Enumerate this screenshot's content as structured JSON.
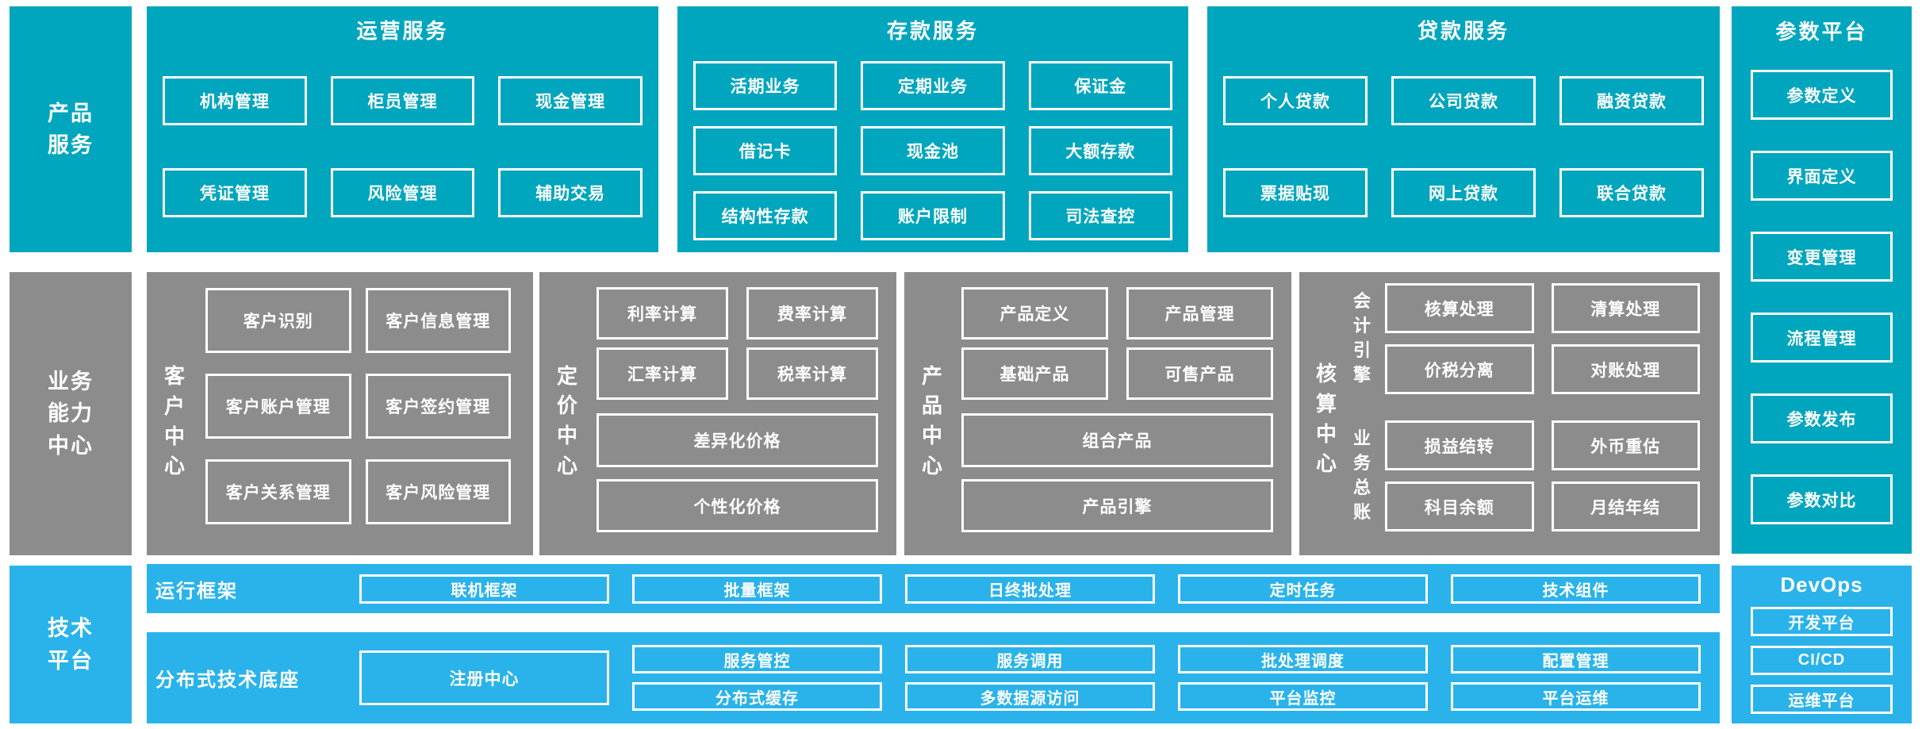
{
  "colors": {
    "teal": "#00A6BD",
    "gray": "#8C8C8C",
    "light_blue": "#29B3EA",
    "box_border": "#FFFFFF",
    "text": "#FFFFFF",
    "background": "#FFFFFF"
  },
  "left_labels": {
    "product_services": [
      "产品",
      "服务"
    ],
    "business_capability": [
      "业务",
      "能力",
      "中心"
    ],
    "tech_platform": [
      "技术",
      "平台"
    ]
  },
  "top_sections": [
    {
      "title": "运营服务",
      "boxes": [
        "机构管理",
        "柜员管理",
        "现金管理",
        "凭证管理",
        "风险管理",
        "辅助交易"
      ]
    },
    {
      "title": "存款服务",
      "boxes": [
        "活期业务",
        "定期业务",
        "保证金",
        "借记卡",
        "现金池",
        "大额存款",
        "结构性存款",
        "账户限制",
        "司法查控"
      ]
    },
    {
      "title": "贷款服务",
      "boxes": [
        "个人贷款",
        "公司贷款",
        "融资贷款",
        "票据贴现",
        "网上贷款",
        "联合贷款"
      ]
    }
  ],
  "capability_sections": [
    {
      "label": "客户中心",
      "boxes": [
        "客户识别",
        "客户信息管理",
        "客户账户管理",
        "客户签约管理",
        "客户关系管理",
        "客户风险管理"
      ]
    },
    {
      "label": "定价中心",
      "boxes": [
        "利率计算",
        "费率计算",
        "汇率计算",
        "税率计算"
      ],
      "wide_boxes": [
        "差异化价格",
        "个性化价格"
      ]
    },
    {
      "label": "产品中心",
      "boxes": [
        "产品定义",
        "产品管理",
        "基础产品",
        "可售产品"
      ],
      "wide_boxes": [
        "组合产品",
        "产品引擎"
      ]
    },
    {
      "label": "核算中心",
      "groups": [
        {
          "label": "会计引擎",
          "boxes": [
            "核算处理",
            "清算处理",
            "价税分离",
            "对账处理"
          ]
        },
        {
          "label": "业务总账",
          "boxes": [
            "损益结转",
            "外币重估",
            "科目余额",
            "月结年结"
          ]
        }
      ]
    }
  ],
  "tech_platform_rows": [
    {
      "label": "运行框架",
      "boxes": [
        "联机框架",
        "批量框架",
        "日终批处理",
        "定时任务",
        "技术组件"
      ]
    },
    {
      "label": "分布式技术底座",
      "registry_box": "注册中心",
      "box_pairs": [
        [
          "服务管控",
          "分布式缓存"
        ],
        [
          "服务调用",
          "多数据源访问"
        ],
        [
          "批处理调度",
          "平台监控"
        ],
        [
          "配置管理",
          "平台运维"
        ]
      ]
    }
  ],
  "parameter_platform": {
    "title": "参数平台",
    "boxes": [
      "参数定义",
      "界面定义",
      "变更管理",
      "流程管理",
      "参数发布",
      "参数对比"
    ]
  },
  "devops": {
    "title": "DevOps",
    "boxes": [
      "开发平台",
      "CI/CD",
      "运维平台"
    ]
  }
}
